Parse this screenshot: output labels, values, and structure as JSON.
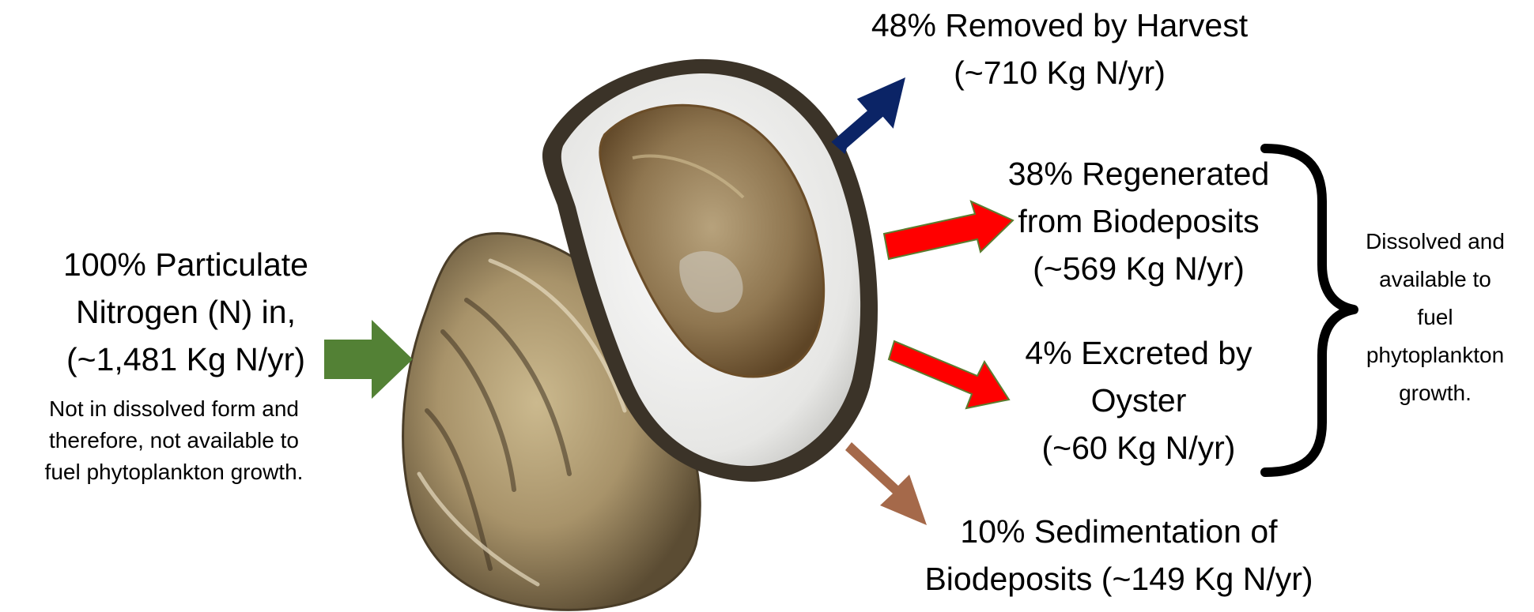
{
  "input": {
    "line1": "100% Particulate",
    "line2": "Nitrogen (N) in,",
    "line3": "(~1,481 Kg N/yr)",
    "note1": "Not in dissolved form and",
    "note2": "therefore, not available to",
    "note3": "fuel phytoplankton growth."
  },
  "harvest": {
    "line1": "48% Removed by Harvest",
    "line2": "(~710 Kg N/yr)"
  },
  "regenerated": {
    "line1": "38% Regenerated",
    "line2": "from Biodeposits",
    "line3": "(~569 Kg N/yr)"
  },
  "excreted": {
    "line1": "4% Excreted by",
    "line2": "Oyster",
    "line3": "(~60 Kg N/yr)"
  },
  "sedimentation": {
    "line1": "10% Sedimentation of",
    "line2": "Biodeposits (~149 Kg N/yr)"
  },
  "dissolved_note": {
    "line1": "Dissolved and",
    "line2": "available to",
    "line3": "fuel",
    "line4": "phytoplankton",
    "line5": "growth."
  },
  "colors": {
    "input_arrow": "#538135",
    "harvest_arrow": "#0b2466",
    "regenerated_arrow": "#ff0000",
    "excreted_arrow": "#ff0000",
    "sedimentation_arrow": "#a5694a"
  }
}
